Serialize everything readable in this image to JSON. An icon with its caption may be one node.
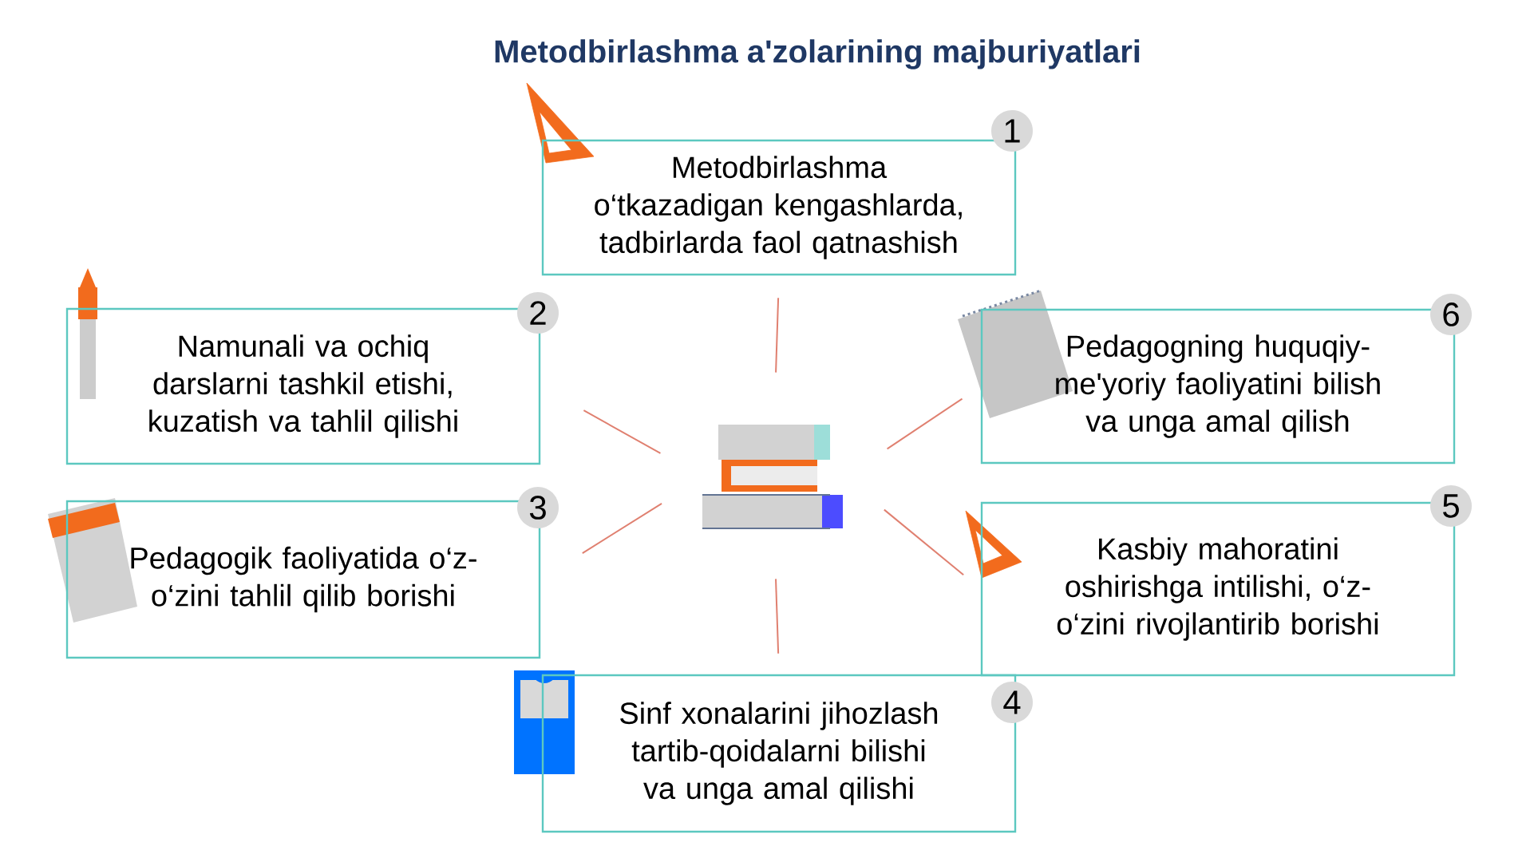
{
  "diagram": {
    "title": "Metodbirlashma a'zolarining majburiyatlari",
    "nodes": [
      {
        "text": [
          "1",
          "Metodbirlashma o‘tkazadigan kengashlarda, tadbirlarda faol qatnashish"
        ]
      },
      {
        "text": [
          "2",
          "Namunali va ochiq darslarni tashkil etishi, kuzatish va tahlil qilishi"
        ]
      },
      {
        "text": [
          "3",
          "Pedagogik faoliyatida o‘z-o‘zini tahlil qilib borishi"
        ]
      },
      {
        "text": [
          "4",
          "Sinf xonalarini jihozlash tartib-qoidalarni bilishi va unga amal qilishi"
        ]
      },
      {
        "text": [
          "5",
          "Kasbiy mahoratini oshirishga intilishi, o‘z-o‘zini rivojlantirib borishi"
        ]
      },
      {
        "text": [
          "6",
          "Pedagogning huquqiy-me'yoriy faoliyatini bilish va unga amal qilish"
        ]
      },
      {
        "text": [],
        "shape": "picture"
      }
    ],
    "edges": [
      {
        "from": 6,
        "to": 0,
        "arrow": "none"
      },
      {
        "from": 6,
        "to": 1,
        "arrow": "none"
      },
      {
        "from": 6,
        "to": 2,
        "arrow": "none"
      },
      {
        "from": 6,
        "to": 3,
        "arrow": "none"
      },
      {
        "from": 6,
        "to": 4,
        "arrow": "none"
      },
      {
        "from": 6,
        "to": 5,
        "arrow": "none"
      }
    ]
  }
}
